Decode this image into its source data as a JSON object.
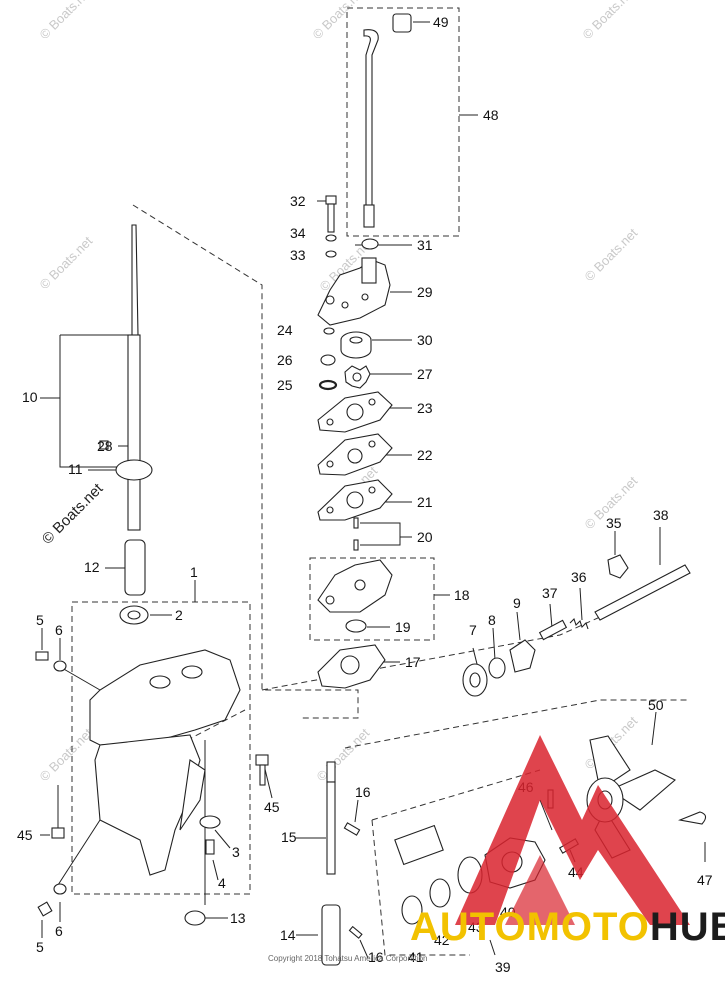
{
  "diagram": {
    "part_labels": [
      "1",
      "2",
      "3",
      "4",
      "5",
      "6",
      "10",
      "11",
      "12",
      "13",
      "14",
      "15",
      "16",
      "17",
      "18",
      "19",
      "20",
      "21",
      "22",
      "23",
      "24",
      "25",
      "26",
      "27",
      "28",
      "29",
      "30",
      "31",
      "32",
      "33",
      "34",
      "35",
      "36",
      "37",
      "38",
      "39",
      "40",
      "41",
      "42",
      "43",
      "44",
      "45",
      "46",
      "47",
      "48",
      "49",
      "50",
      "7",
      "8",
      "9"
    ],
    "repeated_labels": {
      "p5b": "5",
      "p6b": "6",
      "p45b": "45",
      "p16b": "16"
    },
    "watermark": "© Boats.net",
    "watermark_bold": "© Boats.net",
    "copyright": "Copyright 2018 Tohatsu America Corporation",
    "logo": {
      "text_part1": "AUTO",
      "text_part2": "MOTO",
      "text_part3": "HUB",
      "color_red": "#d9232e",
      "color_yellow": "#f2c200",
      "color_dark": "#1c1c1c"
    }
  }
}
